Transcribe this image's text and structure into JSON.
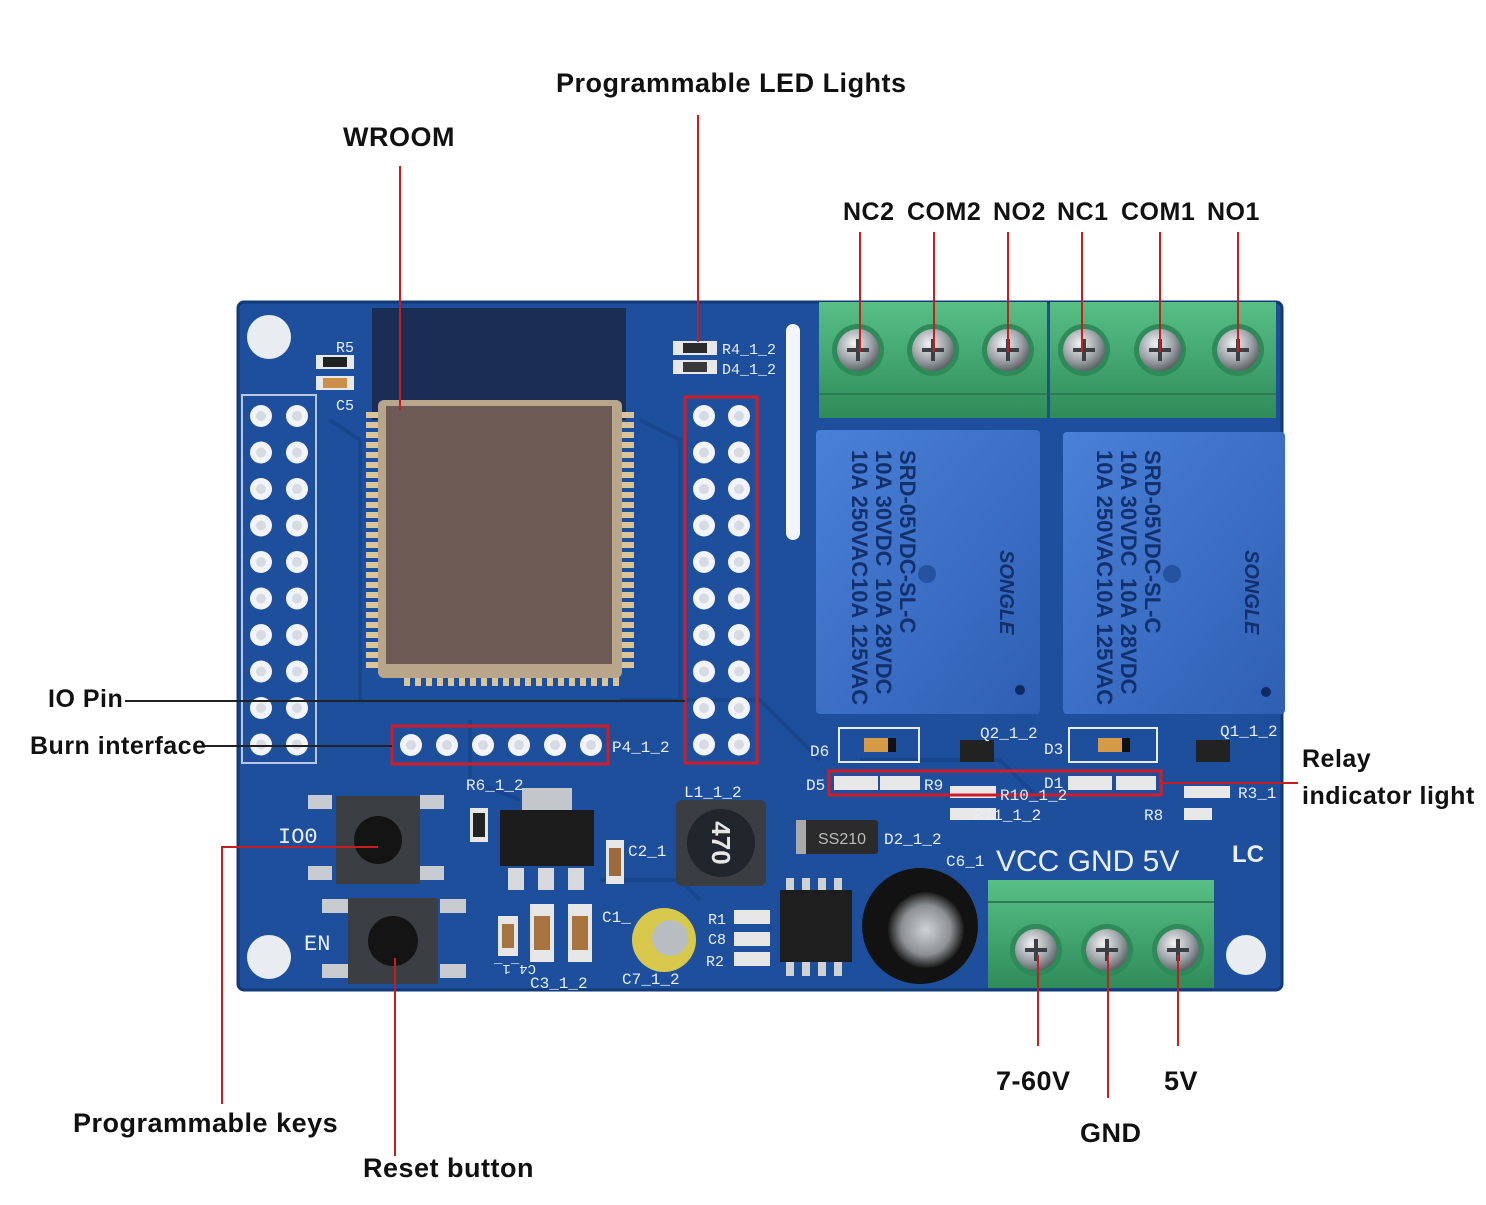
{
  "callouts": {
    "programmable_led_lights": "Programmable LED Lights",
    "wroom": "WROOM",
    "io_pin": "IO Pin",
    "burn_interface": "Burn interface",
    "relay_indicator_line1": "Relay",
    "relay_indicator_line2": "indicator light",
    "programmable_keys": "Programmable keys",
    "reset_button": "Reset button",
    "v7_60": "7-60V",
    "gnd": "GND",
    "v5": "5V"
  },
  "relay_terminals": [
    "NC2",
    "COM2",
    "NO2",
    "NC1",
    "COM1",
    "NO1"
  ],
  "board": {
    "silkscreen": {
      "r5": "R5",
      "c5": "C5",
      "r4": "R4_1_2",
      "d4": "D4_1_2",
      "p4": "P4_1_2",
      "r6": "R6_1_2",
      "l1": "L1_1_2",
      "io0": "IO0",
      "en": "EN",
      "c2": "C2_1",
      "c1": "C1_",
      "c3": "C3_1_2",
      "c4": "C4_1_",
      "c7": "C7_1_2",
      "r1": "R1",
      "c8": "C8",
      "r2": "R2",
      "d2": "D2_1_2",
      "c6": "C6_1",
      "d6": "D6",
      "d5": "D5",
      "d3": "D3",
      "d1": "D1",
      "r9": "R9",
      "r10": "R10_1_2",
      "r11": "R11_1_2",
      "q2": "Q2_1_2",
      "q1": "Q1_1_2",
      "r3": "R3_1",
      "r8": "R8",
      "power": "VCC GND 5V",
      "lc": "LC",
      "inductor": "470",
      "diode": "SS210"
    },
    "relays": [
      {
        "brand": "SONGLE",
        "line1": "10A 250VAC",
        "line2": "10A 30VDC",
        "line3": "SRD-05VDC-SL-C",
        "line4": "10A 125VAC",
        "line5": "10A 28VDC"
      },
      {
        "brand": "SONGLE",
        "line1": "10A 250VAC",
        "line2": "10A 30VDC",
        "line3": "SRD-05VDC-SL-C",
        "line4": "10A 125VAC",
        "line5": "10A 28VDC"
      }
    ]
  },
  "colors": {
    "pcb": "#1d4f9c",
    "pcb_dark": "#163f82",
    "terminal": "#3fa46f",
    "relay": "#3a6fc9",
    "callout_line": "#c41e1e",
    "highlight_box": "#d21c2a",
    "module": "#6e5a55"
  }
}
